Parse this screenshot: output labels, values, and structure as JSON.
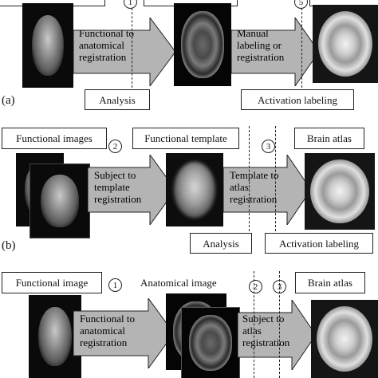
{
  "panel_a": {
    "label": "(a)",
    "steps": [
      "1",
      "5"
    ],
    "arrow1": [
      "Functional to",
      "anatomical",
      "registration"
    ],
    "arrow2": [
      "Manual",
      "labeling or",
      "registration"
    ],
    "box_analysis": "Analysis",
    "box_activation": "Activation labeling"
  },
  "panel_b": {
    "label": "(b)",
    "box_functional": "Functional images",
    "step2": "2",
    "title_template": "Functional template",
    "step3": "3",
    "box_atlas": "Brain atlas",
    "arrow1": [
      "Subject to",
      "template",
      "registration"
    ],
    "arrow2": [
      "Template to",
      "atlas",
      "registration"
    ],
    "box_analysis": "Analysis",
    "box_activation": "Activation labeling"
  },
  "panel_c": {
    "box_functional": "Functional image",
    "step1": "1",
    "title_anatomical": "Anatomical image",
    "step2": "2",
    "step3": "3",
    "box_atlas": "Brain atlas",
    "arrow1": [
      "Functional to",
      "anatomical",
      "registration"
    ],
    "arrow2": [
      "Subject to",
      "atlas",
      "registration"
    ]
  },
  "colors": {
    "arrow_fill": "#b4b4b4",
    "stroke": "#222222"
  }
}
